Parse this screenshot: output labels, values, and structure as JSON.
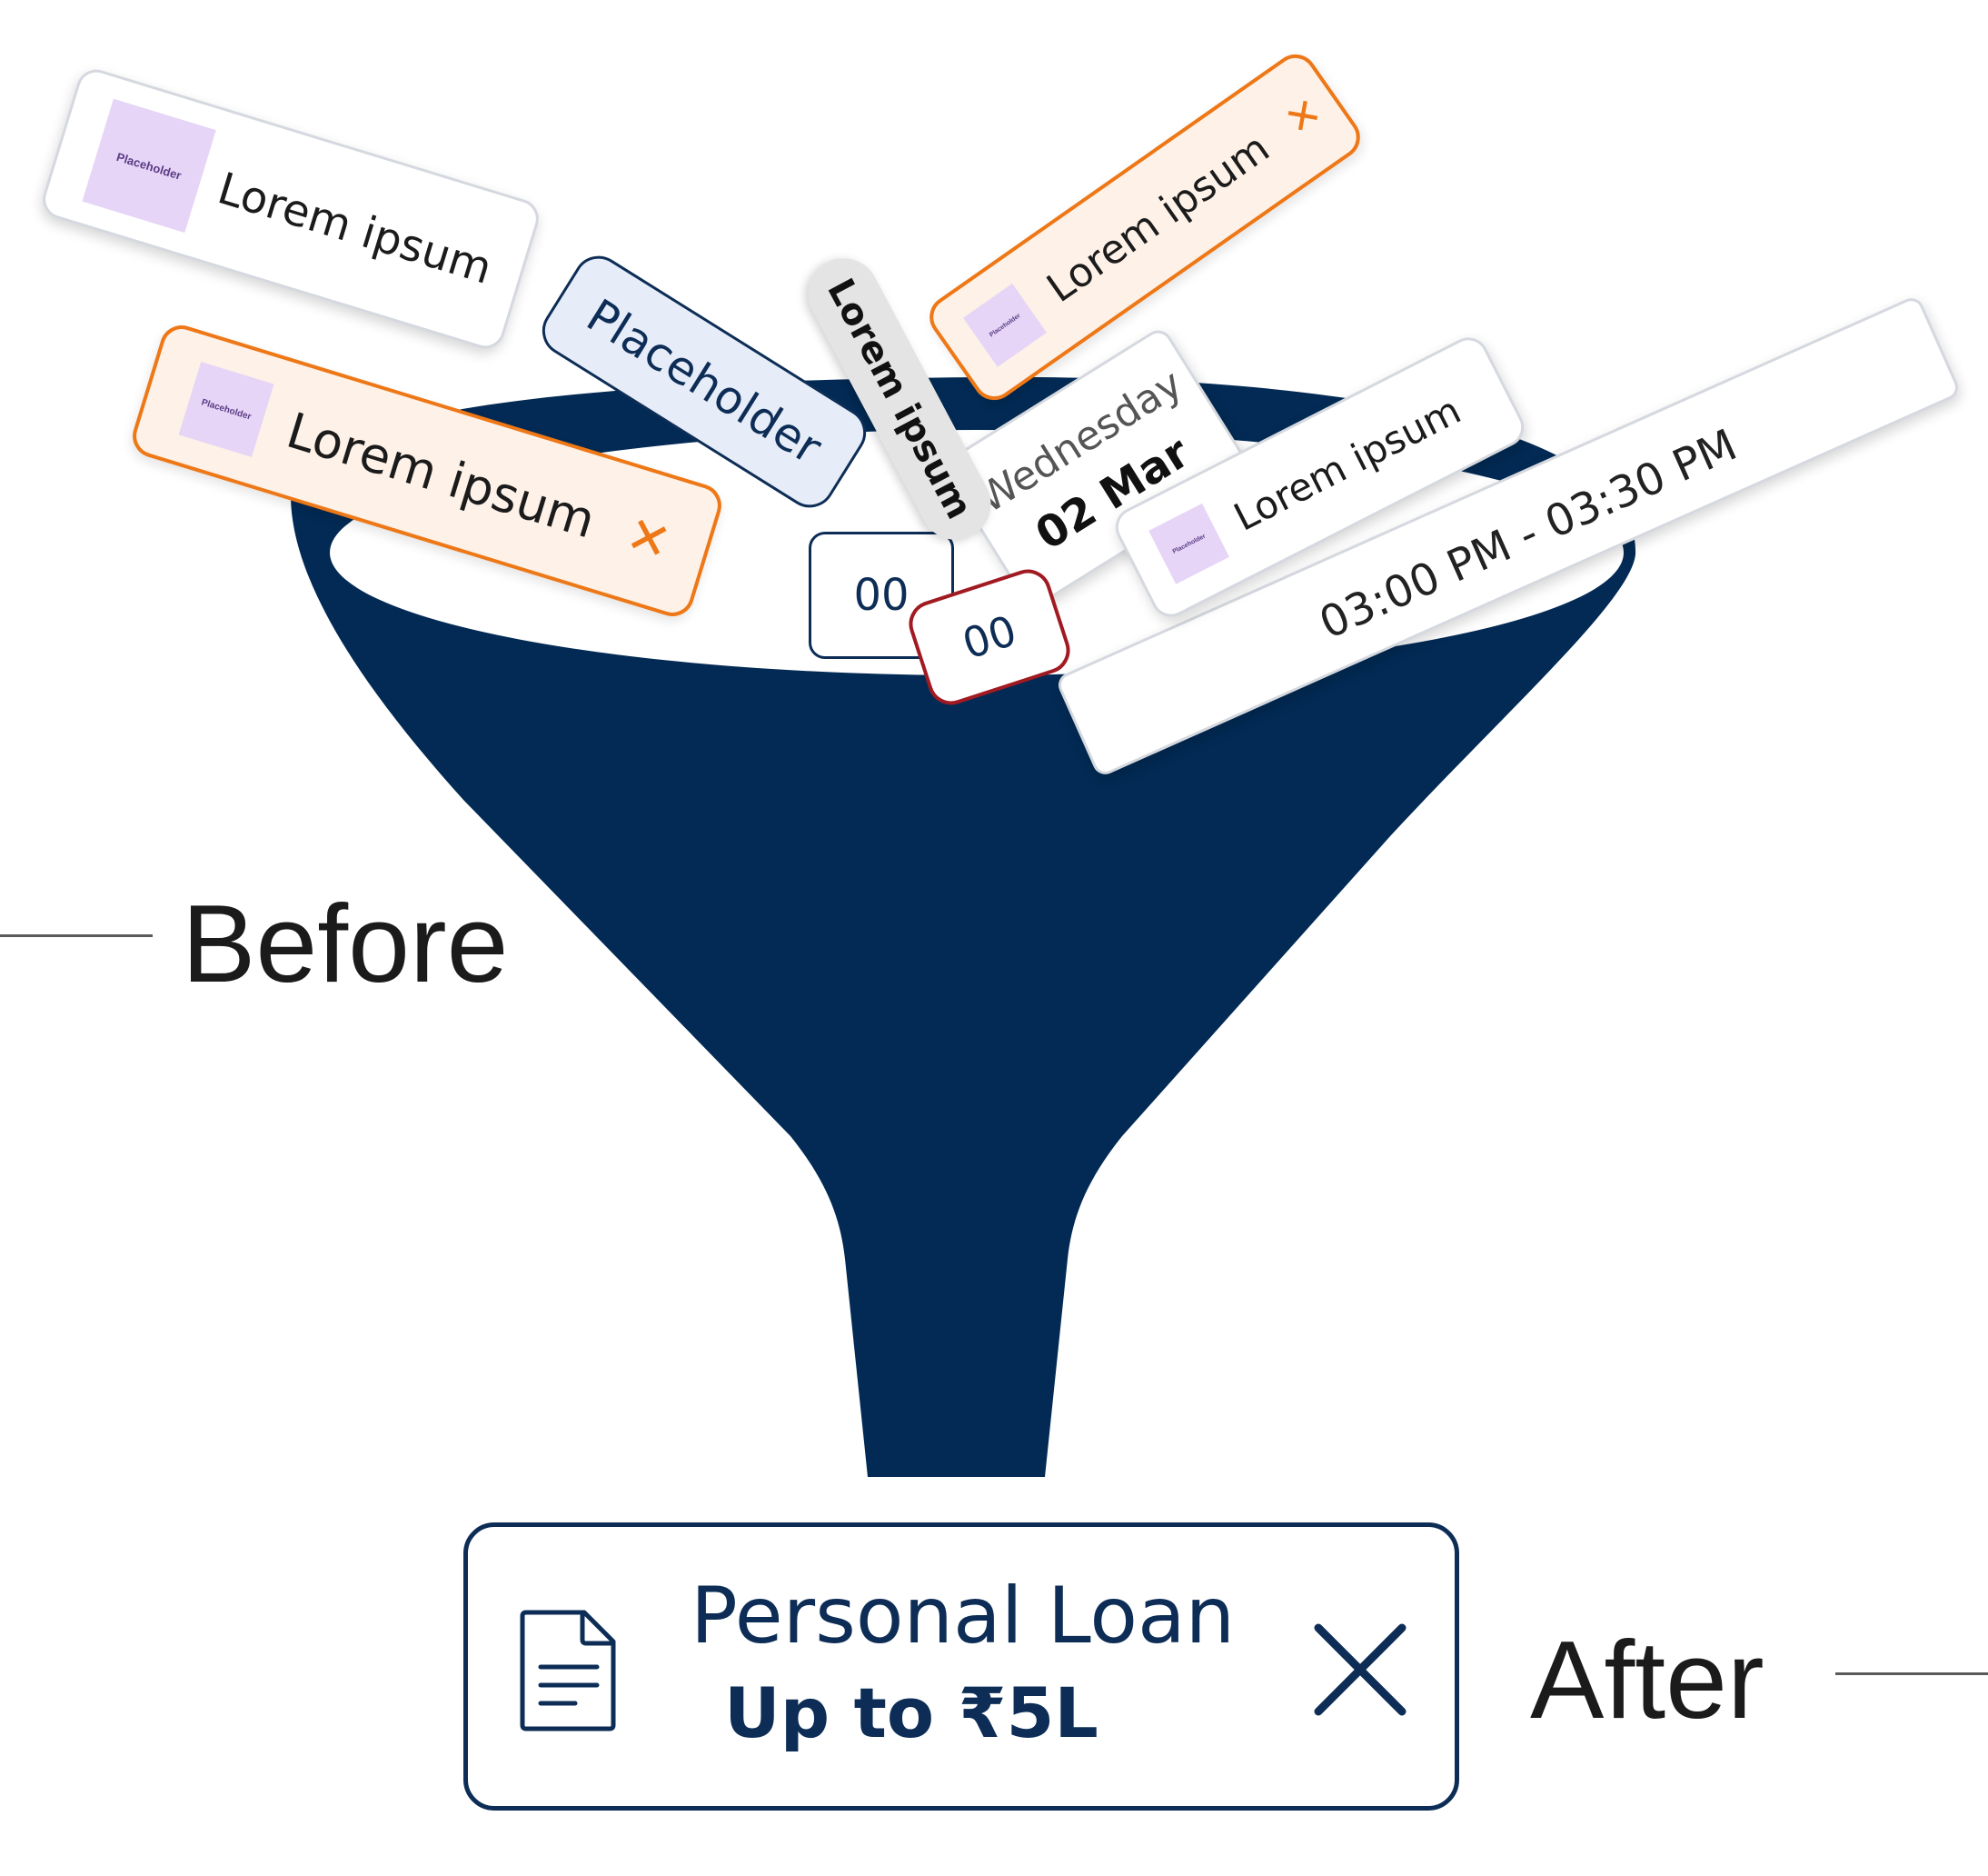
{
  "before_label": "Before",
  "after_label": "After",
  "chips": {
    "chip_a_text": "Lorem ipsum",
    "chip_a_thumb": "Placeholder",
    "chip_b_text": "Lorem ipsum",
    "chip_b_thumb": "Placeholder",
    "chip_c_text": "Placeholder",
    "chip_d_text": "Lorem ipsum",
    "chip_e_text": "Lorem ipsum",
    "chip_e_thumb": "Placeholder",
    "date_weekday": "Wednesday",
    "date_day": "02 Mar",
    "chip_f_text": "Lorem ipsum",
    "chip_f_thumb": "Placeholder",
    "time_range": "03:00 PM - 03:30 PM",
    "minute_a": "00",
    "minute_b": "00"
  },
  "loan": {
    "title": "Personal Loan",
    "amount": "Up to ₹5L"
  },
  "icons": [
    "document-icon",
    "close-icon"
  ],
  "colors": {
    "funnel": "#022A54",
    "navy": "#0D2D56",
    "orange": "#EE7716",
    "lilac": "#E6D5F6",
    "blue_chip": "#E6ECF8",
    "red_border": "#A11A22"
  }
}
